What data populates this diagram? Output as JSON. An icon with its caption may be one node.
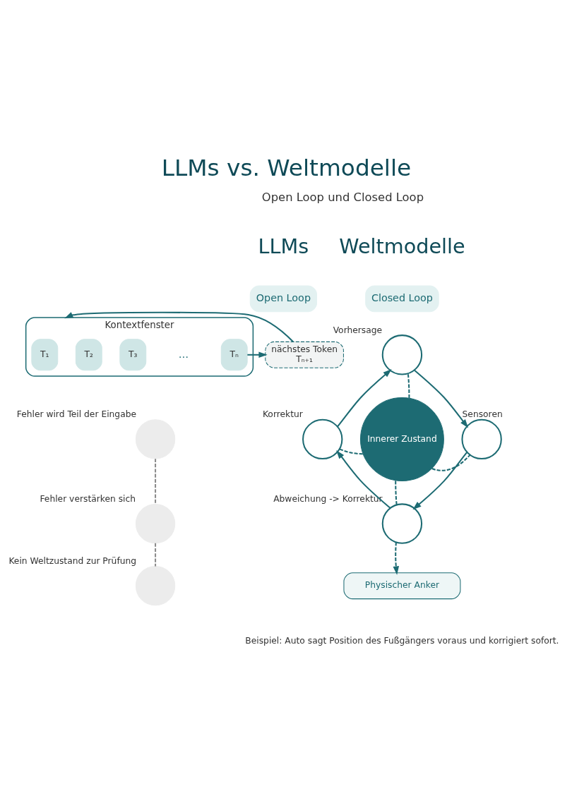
{
  "diagram": {
    "title": "LLMs vs. Weltmodelle",
    "nodes": [
      {
        "text": [
          "Open Loop"
        ]
      },
      {
        "text": [
          "Kontextfenster"
        ]
      },
      {
        "text": [
          "T₁"
        ],
        "in": 1
      },
      {
        "text": [
          "T₂"
        ],
        "in": 1
      },
      {
        "text": [
          "T₃"
        ],
        "in": 1
      },
      {
        "text": [
          "Tₙ"
        ],
        "in": 1
      },
      {
        "text": [
          "nächstes Token",
          "Tₙ₊₁"
        ]
      },
      {
        "text": [],
        "shape": "circle",
        "beside": [
          "Fehler wird Teil der Eingabe"
        ]
      },
      {
        "text": [],
        "shape": "circle",
        "beside": [
          "Fehler verstärken sich"
        ]
      },
      {
        "text": [],
        "shape": "circle",
        "beside": [
          "Kein Weltzustand zur Prüfung"
        ]
      },
      {
        "text": [
          "Closed Loop"
        ]
      },
      {
        "text": [],
        "shape": "circle",
        "beside": [
          "Vorhersage"
        ]
      },
      {
        "text": [],
        "shape": "circle",
        "beside": [
          "Sensoren"
        ]
      },
      {
        "text": [],
        "shape": "circle",
        "beside": [
          "Abweichung -> Korrektur"
        ]
      },
      {
        "text": [],
        "shape": "circle",
        "beside": [
          "Korrektur"
        ]
      },
      {
        "text": [
          "Innerer Zustand"
        ]
      },
      {
        "text": [
          "Physischer Anker"
        ]
      }
    ],
    "edges": [
      {
        "from": 5,
        "to": 6,
        "arrow": "to"
      },
      {
        "from": 6,
        "to": 1,
        "arrow": "to"
      },
      {
        "from": 7,
        "to": 8,
        "arrow": "none",
        "style": "dashed",
        "color": "#8a8a8a"
      },
      {
        "from": 8,
        "to": 9,
        "arrow": "none",
        "style": "dashed",
        "color": "#8a8a8a"
      },
      {
        "from": 14,
        "to": 11,
        "arrow": "to"
      },
      {
        "from": 11,
        "to": 12,
        "arrow": "to"
      },
      {
        "from": 12,
        "to": 13,
        "arrow": "to"
      },
      {
        "from": 13,
        "to": 14,
        "arrow": "to"
      },
      {
        "from": 15,
        "to": 11,
        "arrow": "none",
        "style": "dashed"
      },
      {
        "from": 15,
        "to": 12,
        "arrow": "none",
        "style": "dashed"
      },
      {
        "from": 15,
        "to": 13,
        "arrow": "none",
        "style": "dashed"
      },
      {
        "from": 15,
        "to": 14,
        "arrow": "none",
        "style": "dashed"
      },
      {
        "from": 13,
        "to": 16,
        "arrow": "to",
        "style": "dashed"
      }
    ],
    "labels": [
      "Open Loop und Closed Loop",
      "LLMs",
      "Weltmodelle",
      "…",
      "Beispiel: Auto sagt Position des Fußgängers voraus und korrigiert sofort."
    ]
  }
}
